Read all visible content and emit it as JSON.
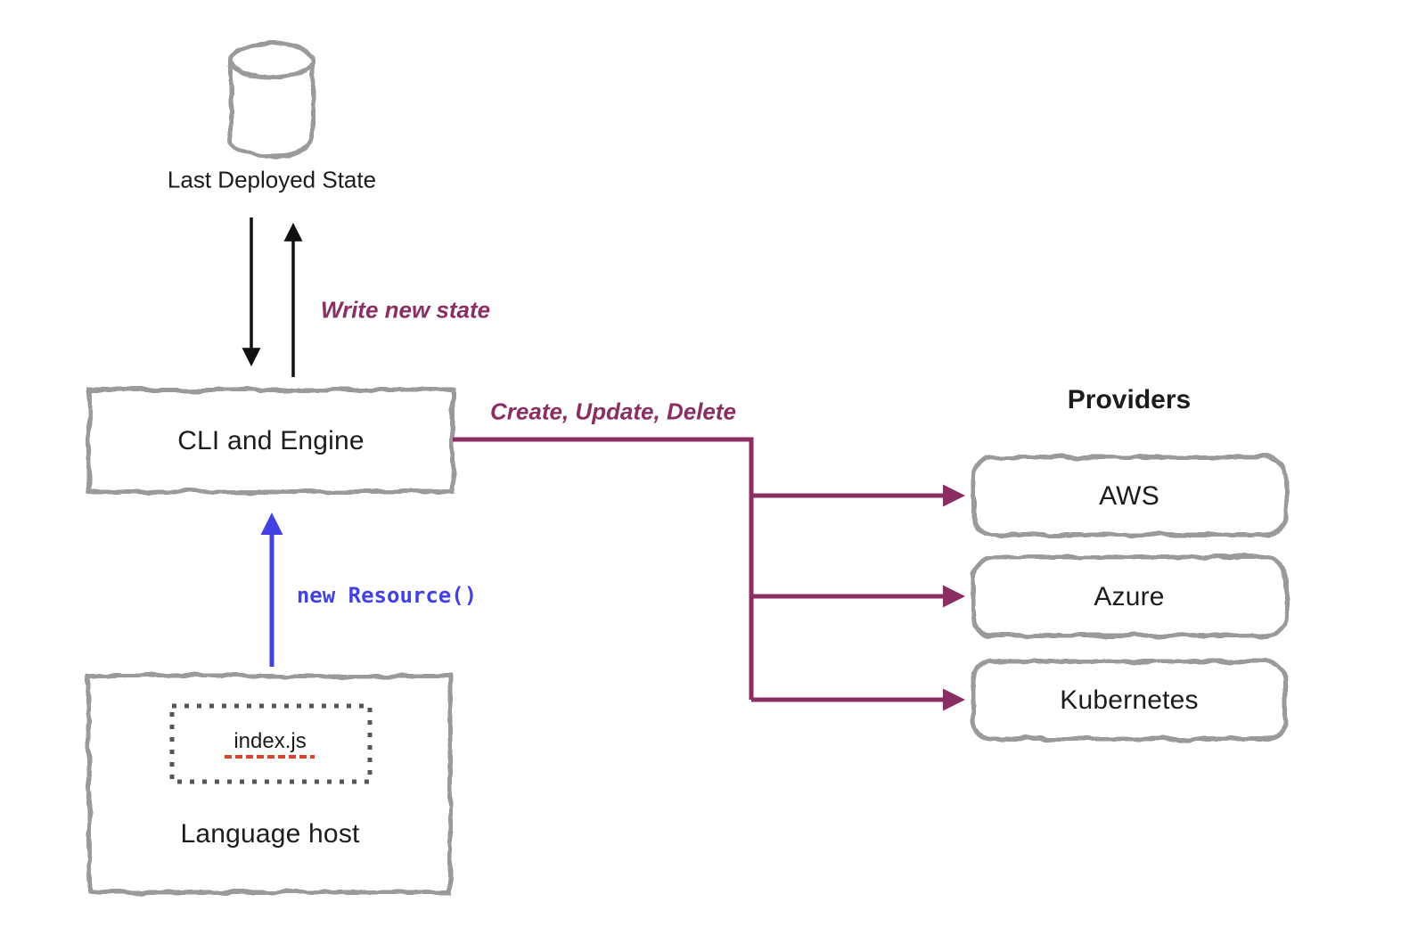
{
  "nodes": {
    "last_deployed_state": {
      "label": "Last Deployed State",
      "icon": "database-cylinder-icon"
    },
    "cli_engine": {
      "label": "CLI and Engine"
    },
    "language_host": {
      "label": "Language host",
      "file": "index.js"
    },
    "providers": {
      "title": "Providers",
      "items": [
        "AWS",
        "Azure",
        "Kubernetes"
      ]
    }
  },
  "edges": {
    "write_new_state": {
      "label": "Write new state",
      "color": "#8a2e63"
    },
    "create_update_delete": {
      "label": "Create, Update, Delete",
      "color": "#8a2e63"
    },
    "new_resource": {
      "label": "new Resource()",
      "color": "#4242e2"
    },
    "state_sync": {
      "style": "black-double-arrow",
      "color": "#111111"
    }
  },
  "colors": {
    "sketch_border": "#9a9a9a",
    "dotted_border": "#555555",
    "accent_purple": "#8a2e63",
    "accent_blue": "#4242e2",
    "file_underline_red": "#e0402c",
    "text": "#1c1c1c",
    "background": "#ffffff"
  }
}
